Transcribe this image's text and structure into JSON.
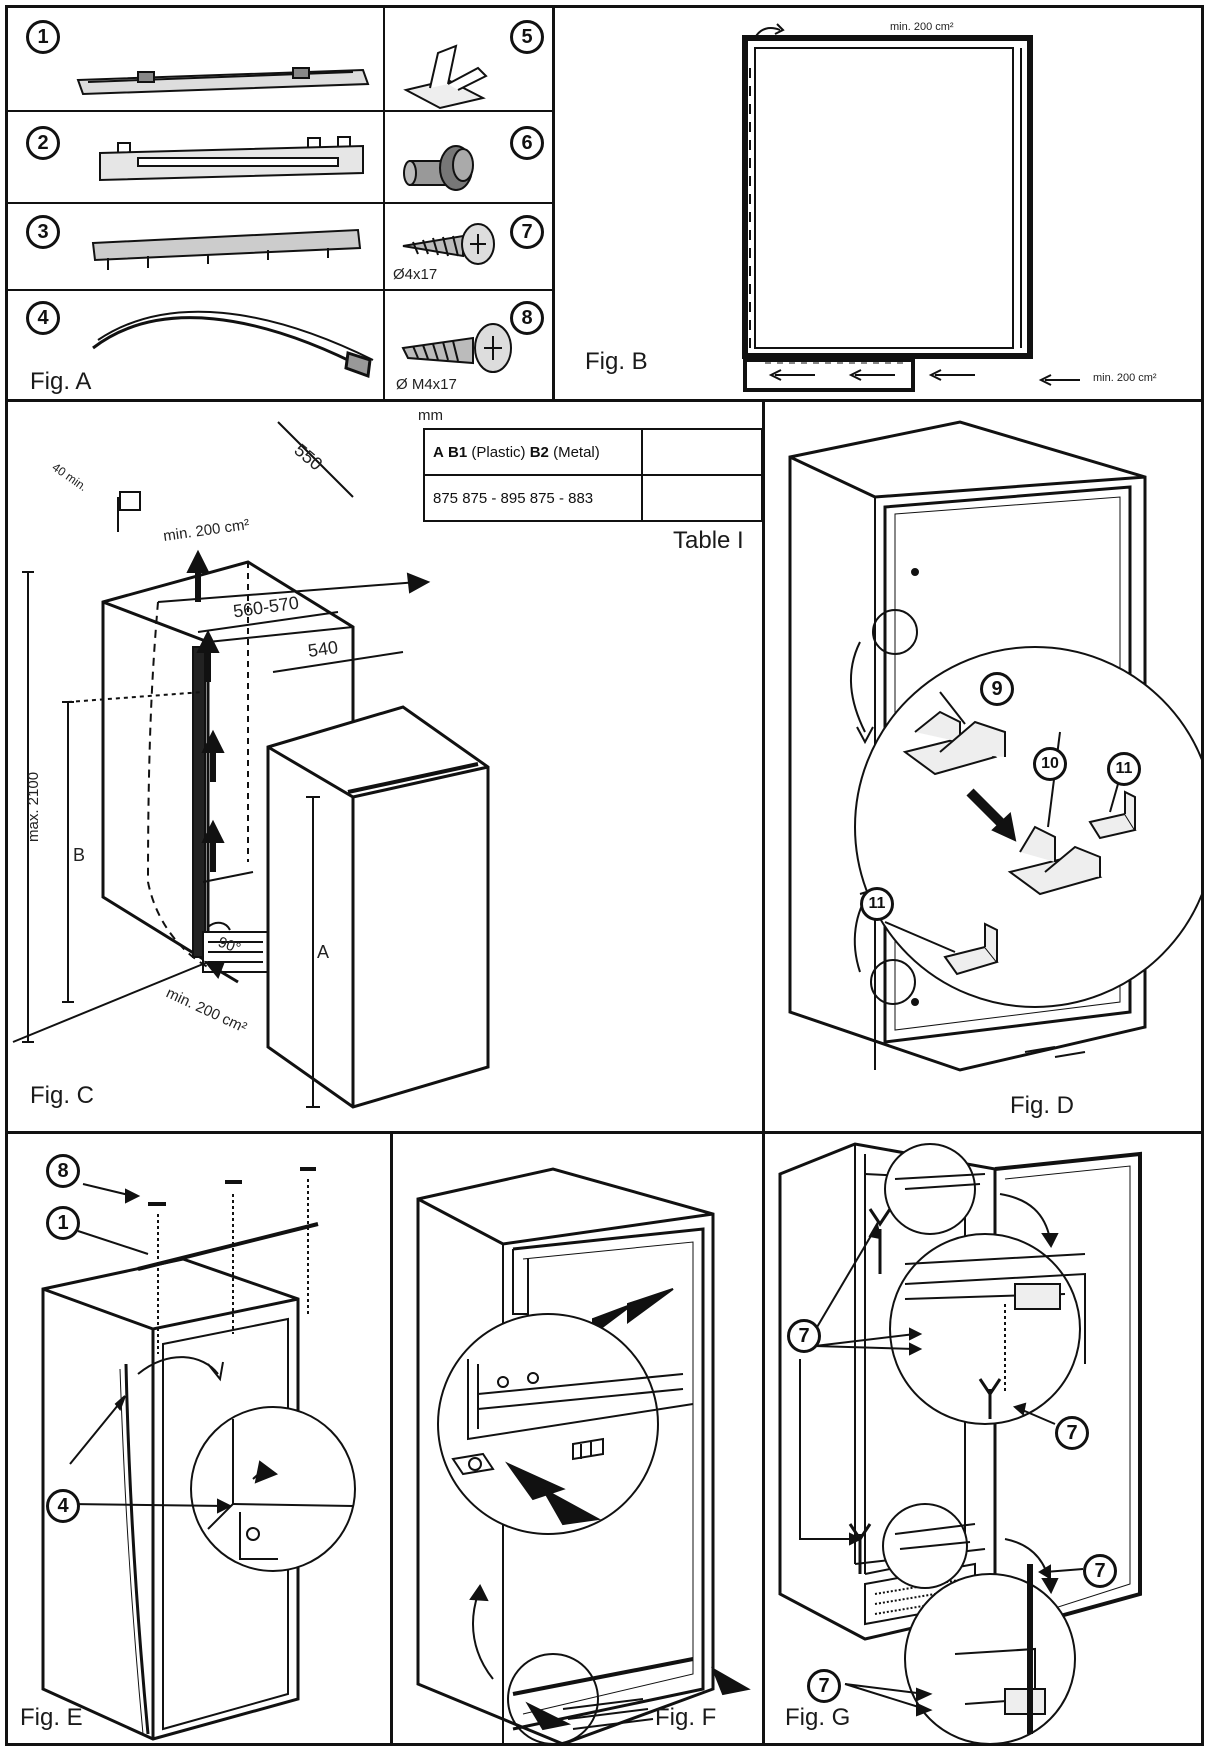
{
  "figures": {
    "a": "Fig. A",
    "b": "Fig. B",
    "c": "Fig. C",
    "d": "Fig. D",
    "e": "Fig. E",
    "f": "Fig. F",
    "g": "Fig. G"
  },
  "parts": {
    "n1": "1",
    "n2": "2",
    "n3": "3",
    "n4": "4",
    "n5": "5",
    "n6": "6",
    "n7": "7",
    "n8": "8",
    "n9": "9",
    "n10": "10",
    "n11": "11",
    "screw7_size": "Ø4x17",
    "screw8_size": "Ø M4x17"
  },
  "fig_b": {
    "vent_top": "min. 200 cm²",
    "vent_bottom": "min. 200 cm²"
  },
  "fig_c": {
    "gap": "40 min.",
    "vent_top": "min. 200 cm²",
    "vent_bottom": "min. 200 cm²",
    "depth": "550",
    "inner_width": "560-570",
    "appliance_width": "540",
    "max_height": "max. 2100",
    "label_a": "A",
    "label_b": "B",
    "angle": "90°"
  },
  "table": {
    "unit": "mm",
    "header_a": "A",
    "header_b1": "B1",
    "header_b1_note": "(Plastic)",
    "header_b2": "B2",
    "header_b2_note": "(Metal)",
    "row_text": "875 875 - 895 875 - 883",
    "caption": "Table I"
  }
}
